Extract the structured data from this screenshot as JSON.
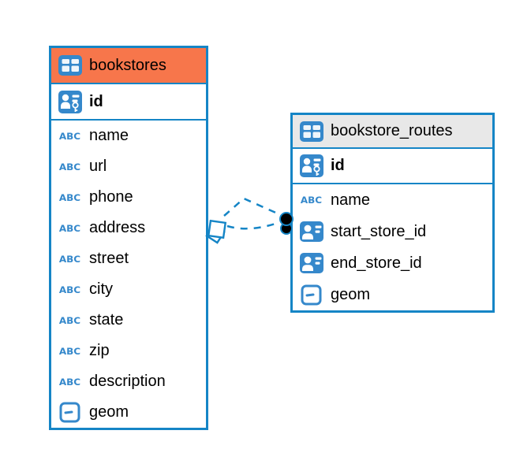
{
  "app": {
    "name": "Entity Relationship Diagram"
  },
  "colors": {
    "accent_blue": "#1585C6",
    "icon_blue": "#3588CB",
    "bookstores_header": "#F7764B",
    "routes_header": "#E8E8E8",
    "row_text": "#000000",
    "background": "#FFFFFF",
    "target_dot": "#000000"
  },
  "icons": {
    "text_type_label": "ABC"
  },
  "tables": [
    {
      "title": "bookstores",
      "header_color": "#F7764B",
      "header_icon": "table-icon",
      "rows": [
        {
          "label": "id",
          "icon": "primary-key-icon",
          "primary_key": true
        },
        {
          "label": "name",
          "icon": "text-type-icon"
        },
        {
          "label": "url",
          "icon": "text-type-icon"
        },
        {
          "label": "phone",
          "icon": "text-type-icon"
        },
        {
          "label": "address",
          "icon": "text-type-icon"
        },
        {
          "label": "street",
          "icon": "text-type-icon"
        },
        {
          "label": "city",
          "icon": "text-type-icon"
        },
        {
          "label": "state",
          "icon": "text-type-icon"
        },
        {
          "label": "zip",
          "icon": "text-type-icon"
        },
        {
          "label": "description",
          "icon": "text-type-icon"
        },
        {
          "label": "geom",
          "icon": "geometry-type-icon"
        }
      ]
    },
    {
      "title": "bookstore_routes",
      "header_color": "#E8E8E8",
      "header_icon": "table-icon",
      "rows": [
        {
          "label": "id",
          "icon": "primary-key-icon",
          "primary_key": true
        },
        {
          "label": "name",
          "icon": "text-type-icon"
        },
        {
          "label": "start_store_id",
          "icon": "foreign-key-icon"
        },
        {
          "label": "end_store_id",
          "icon": "foreign-key-icon"
        },
        {
          "label": "geom",
          "icon": "geometry-type-icon"
        }
      ]
    }
  ],
  "relationship": {
    "from_table": "bookstores",
    "to_table": "bookstore_routes",
    "style": "dashed",
    "line_count": 2
  }
}
